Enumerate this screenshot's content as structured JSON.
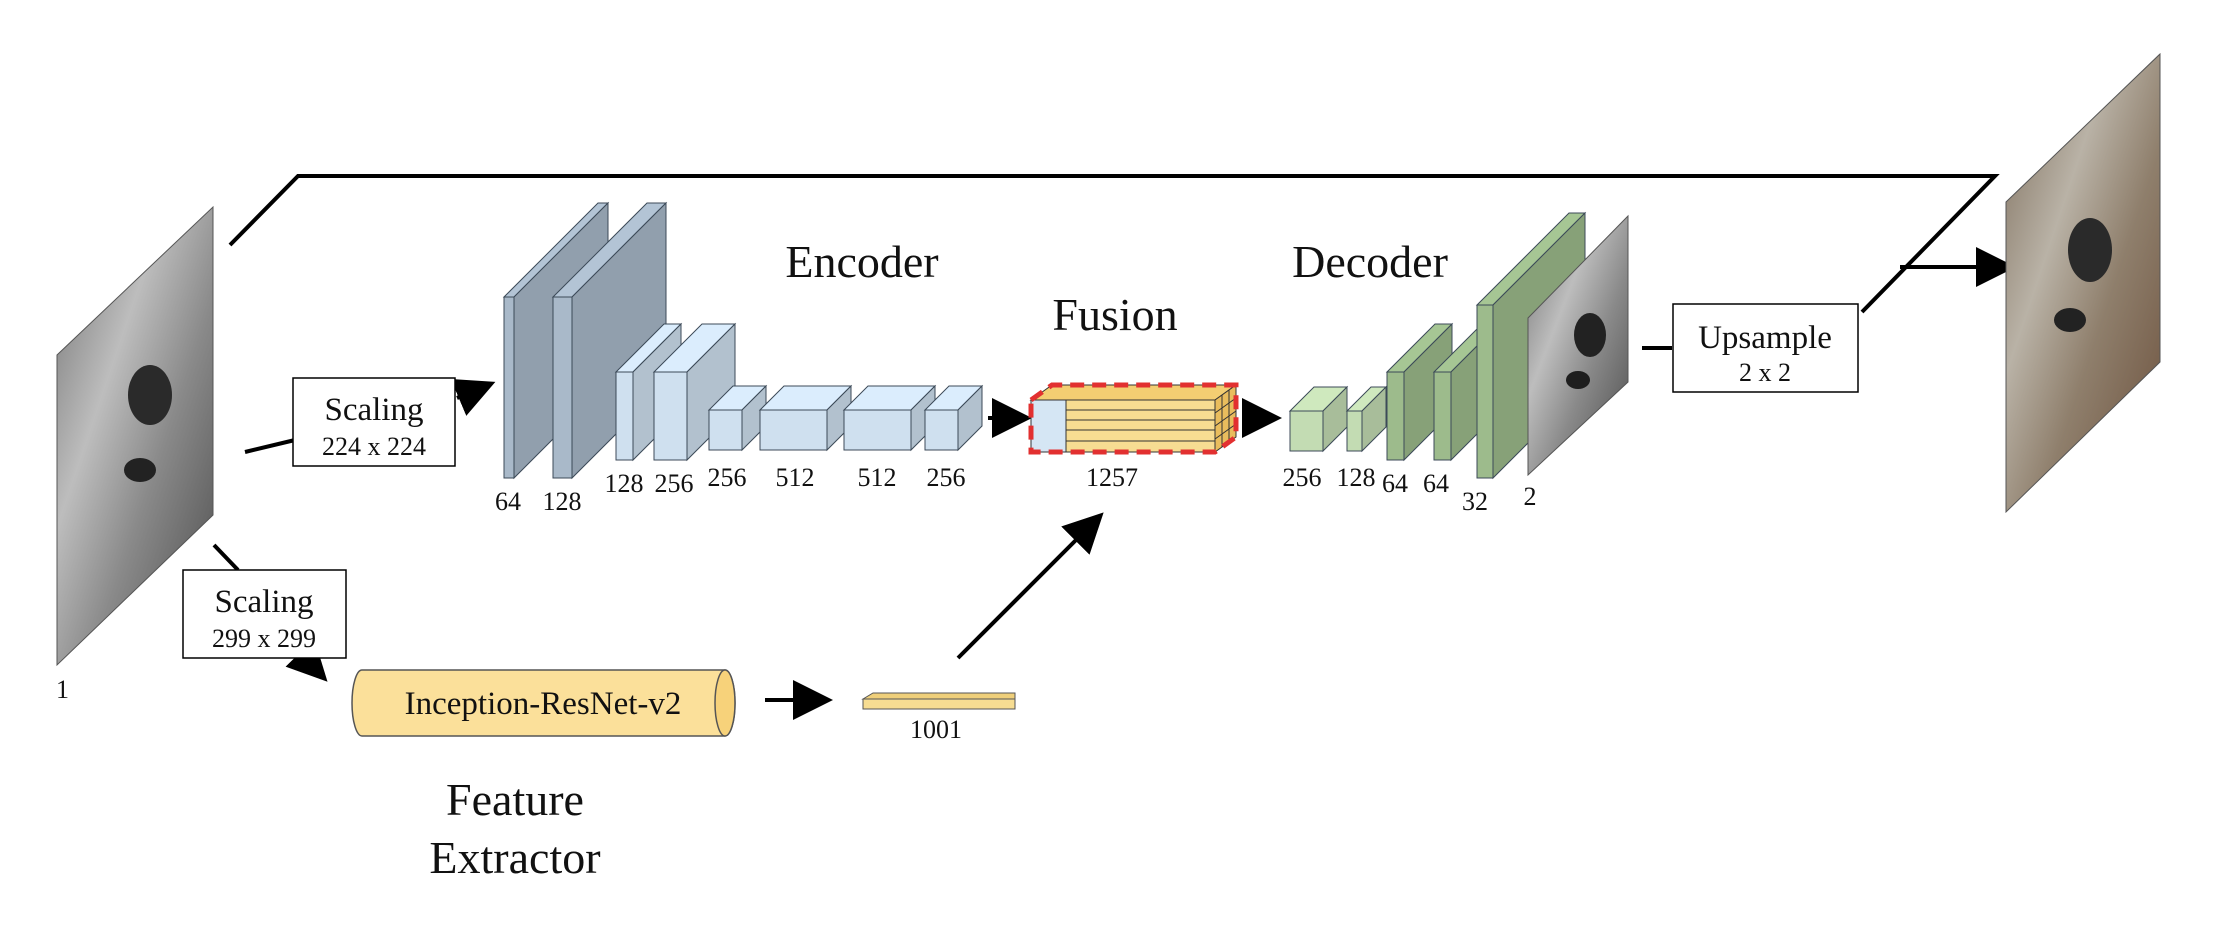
{
  "encoder_title": "Encoder",
  "decoder_title": "Decoder",
  "fusion_title": "Fusion",
  "feature_extractor": [
    "Feature",
    "Extractor"
  ],
  "scaling_top": {
    "title": "Scaling",
    "size": "224 x 224"
  },
  "scaling_bottom": {
    "title": "Scaling",
    "size": "299 x 299"
  },
  "upsample": {
    "title": "Upsample",
    "size": "2 x 2"
  },
  "inception_label": "Inception-ResNet-v2",
  "input_channels": "1",
  "encoder_layers": [
    "64",
    "128",
    "128",
    "256",
    "256",
    "512",
    "512",
    "256"
  ],
  "fusion_depth": "1257",
  "feature_vector": "1001",
  "decoder_layers": [
    "256",
    "128",
    "64",
    "64",
    "32",
    "2"
  ],
  "colors": {
    "encoder_dark": "#a9b9c9",
    "encoder_light": "#cfe0ef",
    "decoder": "#9dbb8c",
    "decoder_light": "#c3dcb3",
    "fusion": "#f7dd92",
    "fusion_border": "#e23030",
    "inception": "#fbe09a"
  }
}
